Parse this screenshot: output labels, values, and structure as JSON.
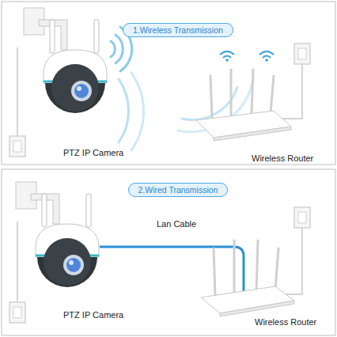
{
  "diagram": {
    "nodes": [
      {
        "text": [
          "1.Wireless Transmission"
        ]
      },
      {
        "text": [
          "2.Wired Transmission"
        ]
      }
    ],
    "labels": [
      "PTZ IP Camera",
      "Wireless Router",
      "Lan Cable",
      "PTZ IP Camera",
      "Wireless Router"
    ]
  }
}
